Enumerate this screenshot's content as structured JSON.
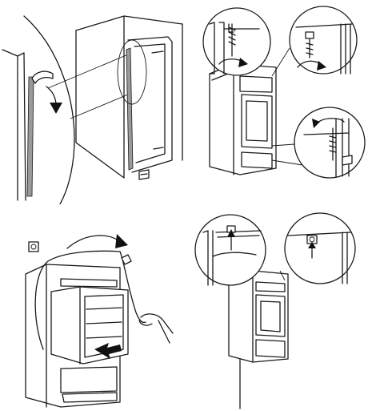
{
  "steps": [
    {
      "id": "step-1",
      "icon": "door-seal-strip-illustration"
    },
    {
      "id": "step-2",
      "icon": "screw-fixing-illustration"
    },
    {
      "id": "step-3",
      "icon": "insert-appliance-illustration"
    },
    {
      "id": "step-4",
      "icon": "cover-caps-illustration"
    }
  ],
  "colors": {
    "line": "#1a1a1a",
    "background": "#ffffff",
    "seal": "#9a9a9a"
  }
}
